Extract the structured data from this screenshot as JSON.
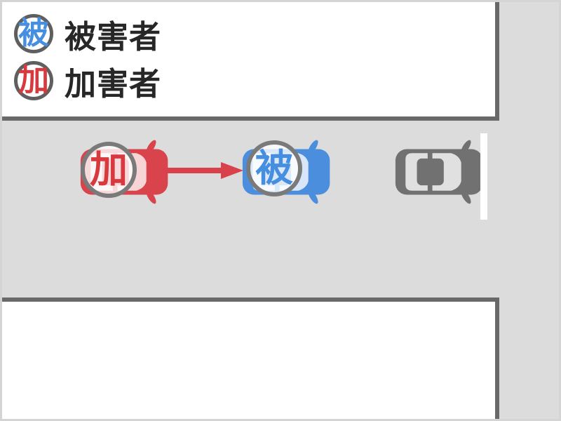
{
  "canvas": {
    "road_color": "#dcdcdc",
    "block_color": "#ffffff",
    "block_border_color": "#696969",
    "frame_color": "#d4d4d4"
  },
  "legend": {
    "ring_color": "#5f5f5f",
    "text_color": "#272727",
    "items": [
      {
        "symbol": "被",
        "symbol_color": "#468fe0",
        "label": "被害者"
      },
      {
        "symbol": "加",
        "symbol_color": "#d8393f",
        "label": "加害者"
      }
    ]
  },
  "scene": {
    "badge_ring_color": "#7a7a7a",
    "arrow_color": "#d9414b",
    "arrow_icon": "arrow-right-icon",
    "stop_line_color": "#ffffff",
    "car_icon": "car-top-view-icon",
    "cars": [
      {
        "role": "perpetrator",
        "badge": "加",
        "badge_color": "#d8393f",
        "body_color": "#d9434c"
      },
      {
        "role": "victim",
        "badge": "被",
        "badge_color": "#468fe0",
        "body_color": "#4a8edd"
      },
      {
        "role": "parked",
        "body_color": "#717171"
      }
    ]
  }
}
